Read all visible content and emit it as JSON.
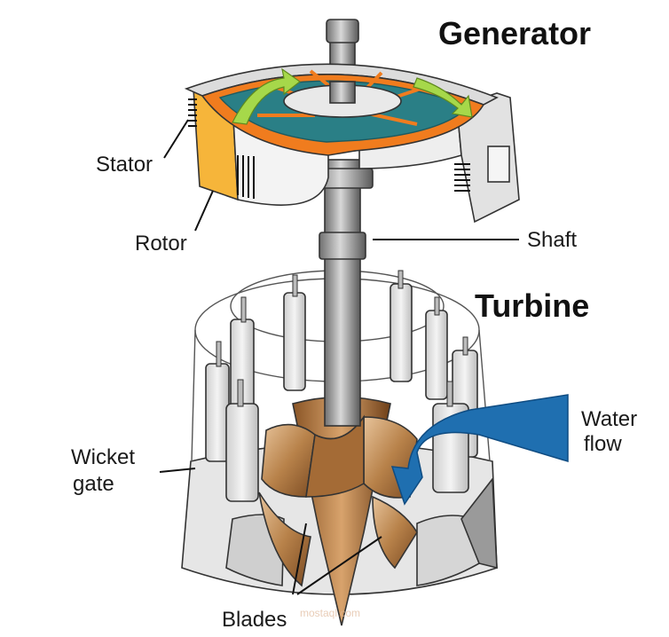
{
  "headings": {
    "generator": "Generator",
    "turbine": "Turbine"
  },
  "labels": {
    "stator": "Stator",
    "rotor": "Rotor",
    "shaft": "Shaft",
    "water_line1": "Water",
    "water_line2": "flow",
    "wicket_line1": "Wicket",
    "wicket_line2": "gate",
    "blades": "Blades"
  },
  "watermark": "mostaql.com",
  "colors": {
    "rotor_teal": "#2a7f86",
    "rotor_orange": "#f07c1e",
    "stator_yellow": "#f6b53a",
    "arrow_green": "#a6d84a",
    "blade_bronze": "#b8824a",
    "water_blue": "#1f6fb0",
    "metal_gray": "#d9d9d9"
  }
}
